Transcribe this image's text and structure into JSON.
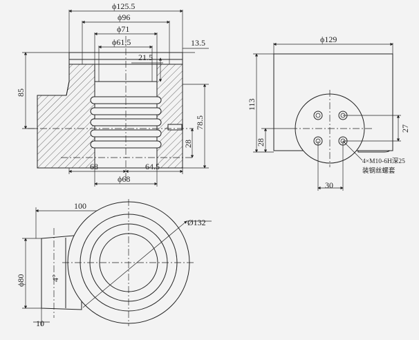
{
  "dimensions": {
    "d125_5": "ϕ125.5",
    "d96": "ϕ96",
    "d71": "ϕ71",
    "d61_5": "ϕ61.5",
    "d13_5": "13.5",
    "d21_5": "21.5",
    "d85": "85",
    "d78_5": "78.5",
    "d28_front": "28",
    "d68_left": "68",
    "d64_5": "64.5",
    "d68_bottom": "ϕ68",
    "d129": "ϕ129",
    "d113": "113",
    "d28_side": "28",
    "d27": "27",
    "d30": "30",
    "d100": "100",
    "d132": "Ø132",
    "d80": "ϕ80",
    "d4deg": "4°",
    "d10": "10"
  },
  "note": {
    "line1": "4×M10-6H深25",
    "line2": "装钢丝螺套"
  },
  "colors": {
    "line": "#222222",
    "background": "#f3f3f3",
    "hatch": "#444444"
  }
}
